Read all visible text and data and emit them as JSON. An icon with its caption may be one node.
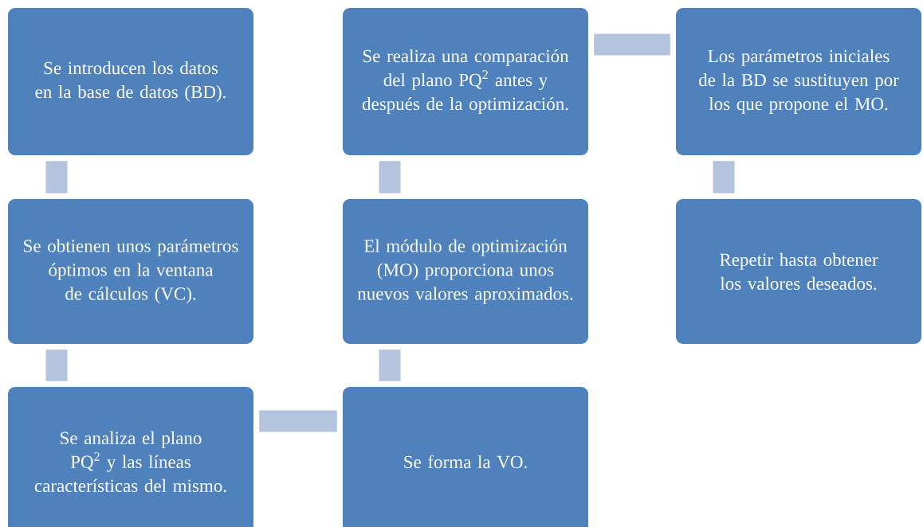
{
  "diagram": {
    "nodes": [
      {
        "text": [
          "Se introducen los datos en la base de datos (BD)."
        ]
      },
      {
        "text": [
          "Se obtienen unos parámetros óptimos en la ventana de cálculos (VC)."
        ]
      },
      {
        "text": [
          "Se analiza el plano PQ$^{2}$ y las líneas características del mismo."
        ]
      },
      {
        "text": [
          "Se forma la VO."
        ]
      },
      {
        "text": [
          "El módulo de optimización (MO) proporciona unos nuevos valores aproximados."
        ]
      },
      {
        "text": [
          "Se realiza una comparación del plano PQ$^{2}$ antes y después de la optimización."
        ]
      },
      {
        "text": [
          "Los parámetros iniciales de la BD se sustituyen por los que propone el MO."
        ]
      },
      {
        "text": [
          "Repetir hasta obtener los valores deseados."
        ]
      }
    ],
    "edges": [
      {
        "from": 0,
        "to": 1,
        "arrow": "none"
      },
      {
        "from": 1,
        "to": 2,
        "arrow": "none"
      },
      {
        "from": 2,
        "to": 3,
        "arrow": "none"
      },
      {
        "from": 3,
        "to": 4,
        "arrow": "none"
      },
      {
        "from": 4,
        "to": 5,
        "arrow": "none"
      },
      {
        "from": 5,
        "to": 6,
        "arrow": "none"
      },
      {
        "from": 6,
        "to": 7,
        "arrow": "none"
      }
    ]
  }
}
